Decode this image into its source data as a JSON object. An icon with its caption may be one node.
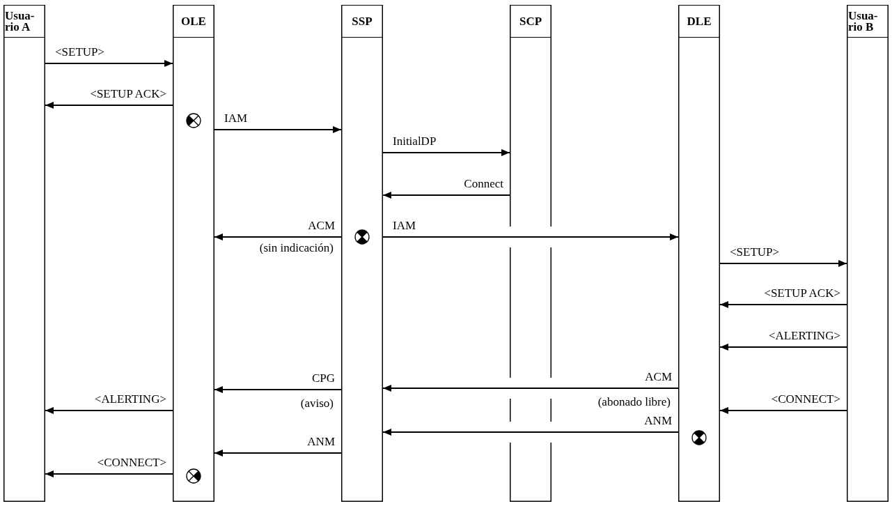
{
  "diagram": {
    "nodes": [
      {
        "text": [
          "Usua- rio A"
        ]
      },
      {
        "text": [
          "OLE"
        ]
      },
      {
        "text": [
          "SSP"
        ]
      },
      {
        "text": [
          "SCP"
        ]
      },
      {
        "text": [
          "DLE"
        ]
      },
      {
        "text": [
          "Usua- rio B"
        ]
      }
    ],
    "edges": [
      {
        "from": 0,
        "to": 1,
        "arrow": "to",
        "label": "<SETUP>"
      },
      {
        "from": 1,
        "to": 0,
        "arrow": "to",
        "label": "<SETUP ACK>"
      },
      {
        "from": 1,
        "to": 2,
        "arrow": "to",
        "label": "IAM"
      },
      {
        "from": 2,
        "to": 3,
        "arrow": "to",
        "label": "InitialDP"
      },
      {
        "from": 3,
        "to": 2,
        "arrow": "to",
        "label": "Connect"
      },
      {
        "from": 2,
        "to": 1,
        "arrow": "to",
        "label": "ACM"
      },
      {
        "from": 2,
        "to": 4,
        "arrow": "to",
        "label": "IAM"
      },
      {
        "from": 4,
        "to": 5,
        "arrow": "to",
        "label": "<SETUP>"
      },
      {
        "from": 5,
        "to": 4,
        "arrow": "to",
        "label": "<SETUP ACK>"
      },
      {
        "from": 5,
        "to": 4,
        "arrow": "to",
        "label": "<ALERTING>"
      },
      {
        "from": 4,
        "to": 2,
        "arrow": "to",
        "label": "ACM"
      },
      {
        "from": 2,
        "to": 1,
        "arrow": "to",
        "label": "CPG"
      },
      {
        "from": 1,
        "to": 0,
        "arrow": "to",
        "label": "<ALERTING>"
      },
      {
        "from": 5,
        "to": 4,
        "arrow": "to",
        "label": "<CONNECT>"
      },
      {
        "from": 4,
        "to": 2,
        "arrow": "to",
        "label": "ANM"
      },
      {
        "from": 2,
        "to": 1,
        "arrow": "to",
        "label": "ANM"
      },
      {
        "from": 1,
        "to": 0,
        "arrow": "to",
        "label": "<CONNECT>"
      }
    ],
    "labels": [
      "(sin indicación)",
      "(abonado libre)",
      "(aviso)"
    ]
  }
}
